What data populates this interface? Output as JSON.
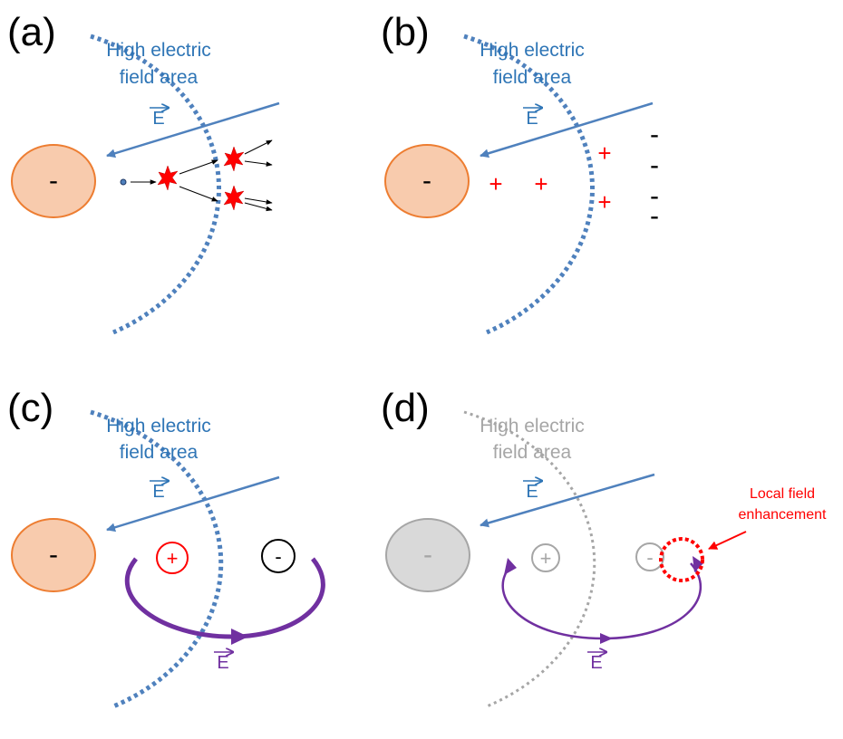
{
  "panels": {
    "a": {
      "label": "(a)",
      "area_line1": "High electric",
      "area_line2": "field area",
      "field_symbol": "E",
      "electrode_sign": "-"
    },
    "b": {
      "label": "(b)",
      "area_line1": "High electric",
      "area_line2": "field area",
      "field_symbol": "E",
      "electrode_sign": "-",
      "positive_sign": "+",
      "negative_sign": "-"
    },
    "c": {
      "label": "(c)",
      "area_line1": "High electric",
      "area_line2": "field area",
      "field_symbol": "E",
      "electrode_sign": "-",
      "positive_ion_sign": "+",
      "negative_ion_sign": "-",
      "loop_field_symbol": "E"
    },
    "d": {
      "label": "(d)",
      "area_line1": "High electric",
      "area_line2": "field area",
      "field_symbol": "E",
      "electrode_sign": "-",
      "positive_ion_sign": "+",
      "negative_ion_sign": "-",
      "loop_field_symbol": "E",
      "note_line1": "Local field",
      "note_line2": "enhancement"
    }
  },
  "colors": {
    "field_blue": "#4f81bd",
    "text_blue": "#2e75b6",
    "electrode_fill": "#f8cbad",
    "electrode_stroke": "#ed7d31",
    "loop_purple": "#7030a0",
    "positive_red": "#ff0000",
    "faded_gray": "#a6a6a6",
    "electrode_gray": "#d9d9d9"
  }
}
